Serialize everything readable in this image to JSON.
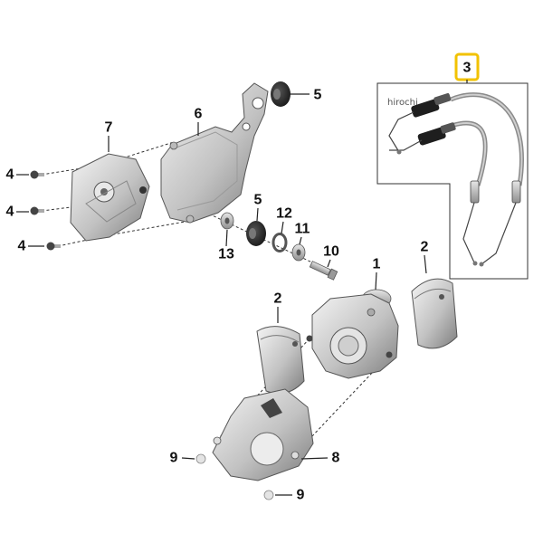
{
  "watermark": "hirochi",
  "labels": {
    "p3": "3",
    "p5_top": "5",
    "p6": "6",
    "p7": "7",
    "p4_a": "4",
    "p4_b": "4",
    "p4_c": "4",
    "p5_mid": "5",
    "p12": "12",
    "p11": "11",
    "p13": "13",
    "p10": "10",
    "p1": "1",
    "p2_right": "2",
    "p2_left": "2",
    "p9_left": "9",
    "p8": "8",
    "p9_bottom": "9"
  },
  "colors": {
    "highlight": "#f2c200",
    "metal_light": "#f2f2f2",
    "metal_dark": "#8a8a8a",
    "rubber": "#222222"
  }
}
